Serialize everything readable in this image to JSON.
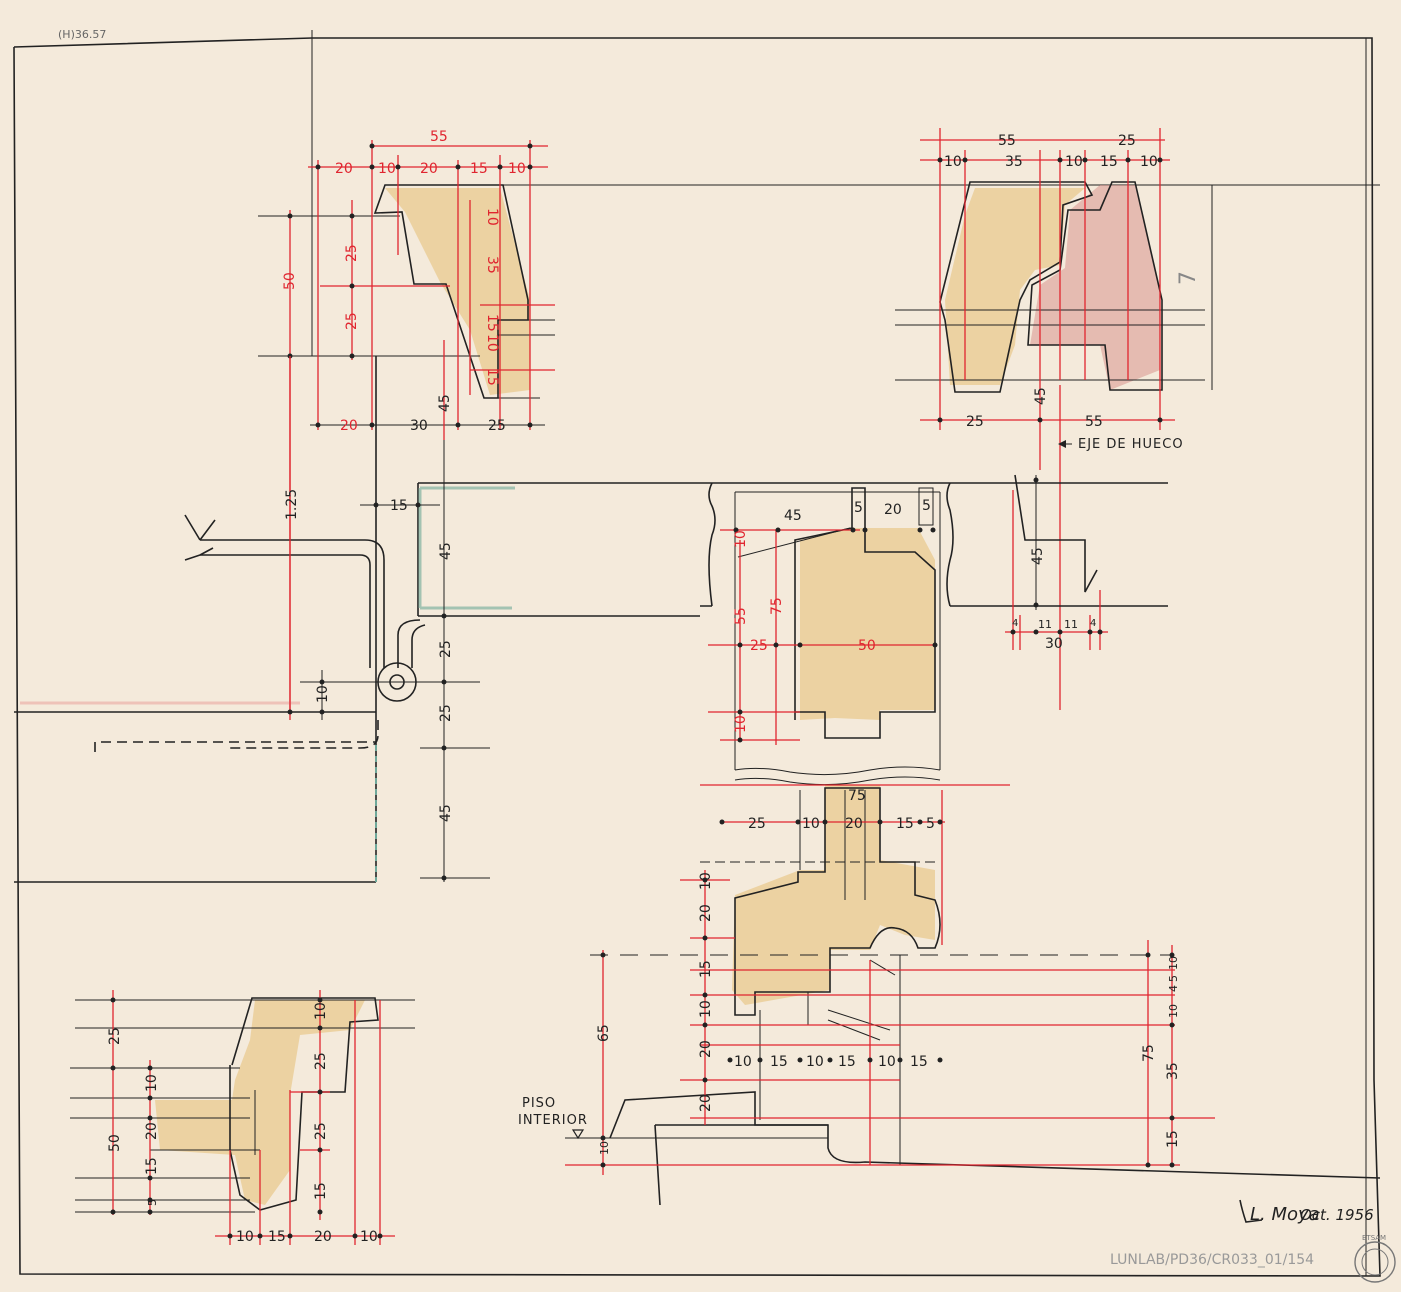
{
  "sheet": {
    "ref_top_left": "(H)36.57",
    "ref_bottom_right": "LUNLAB/PD36/CR033_01/154",
    "signature": "L. Moya",
    "date": "Oct. 1956",
    "stamp": "ETSAM"
  },
  "labels": {
    "eje_de_hueco": "EJE DE HUECO",
    "piso": "PISO",
    "interior": "INTERIOR"
  },
  "detail_top_left": {
    "top_total": "55",
    "top_parts": [
      "20",
      "10",
      "20",
      "15",
      "10"
    ],
    "left_total": "50",
    "left_parts": [
      "25",
      "25"
    ],
    "right_vertical": [
      "10",
      "35",
      "15",
      "10",
      "15"
    ],
    "bottom": [
      "20",
      "30",
      "25"
    ],
    "height_45": "45"
  },
  "detail_top_right": {
    "top_totals": [
      "55",
      "25"
    ],
    "top_parts": [
      "10",
      "35",
      "10",
      "15",
      "10"
    ],
    "bottom": [
      "25",
      "45",
      "55"
    ],
    "side_mark": "7"
  },
  "detail_left_wall": {
    "vertical_125": "1.25",
    "p15": "15",
    "p45a": "45",
    "p25a": "25",
    "p10": "10",
    "p25b": "25",
    "p45b": "45"
  },
  "detail_center_upper": {
    "top": [
      "45",
      "5",
      "20",
      "5"
    ],
    "left": [
      "10",
      "55",
      "75",
      "25",
      "10"
    ],
    "center": "50"
  },
  "detail_right_small": {
    "vertical": "45",
    "bottom": [
      "4",
      "11",
      "11",
      "4"
    ],
    "total": "30"
  },
  "detail_center_lower": {
    "total": "75",
    "parts": [
      "25",
      "10",
      "20",
      "15",
      "5"
    ],
    "left_vertical": [
      "10",
      "20",
      "15",
      "10",
      "20",
      "20"
    ],
    "height_65": "65",
    "bottom_row": [
      "10",
      "15",
      "10",
      "15",
      "10",
      "15"
    ],
    "right_vertical": [
      "10",
      "5",
      "4",
      "10",
      "75",
      "35",
      "15"
    ],
    "floor_10": "10"
  },
  "detail_bottom_left": {
    "left": [
      "25",
      "10",
      "20",
      "15",
      "5",
      "50"
    ],
    "right": [
      "10",
      "25",
      "25",
      "15"
    ],
    "bottom": [
      "10",
      "15",
      "20",
      "10"
    ]
  }
}
